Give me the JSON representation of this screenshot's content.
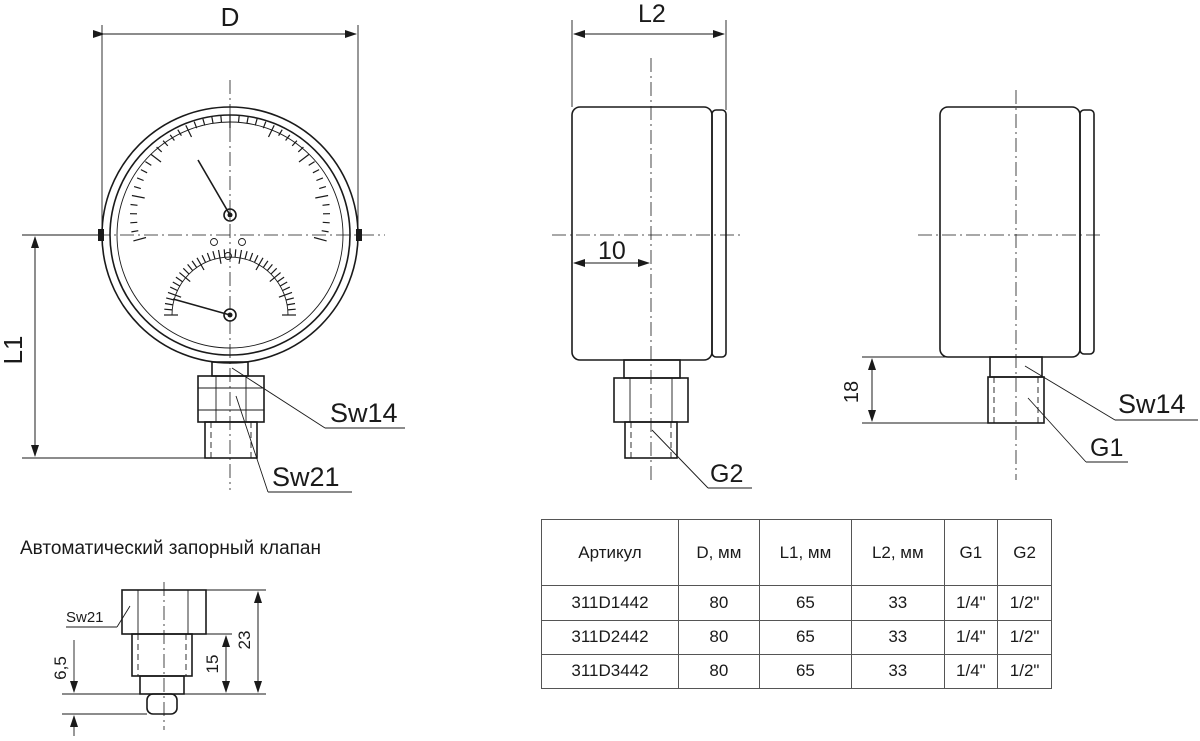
{
  "dimensions": {
    "D": "D",
    "L1": "L1",
    "L2": "L2",
    "ten": "10",
    "eighteen": "18",
    "sw14": "Sw14",
    "sw21": "Sw21",
    "g1": "G1",
    "g2": "G2"
  },
  "valve": {
    "title": "Автоматический запорный клапан",
    "sw21": "Sw21",
    "dim_23": "23",
    "dim_15": "15",
    "dim_6_5": "6,5"
  },
  "table": {
    "headers": [
      "Артикул",
      "D, мм",
      "L1, мм",
      "L2, мм",
      "G1",
      "G2"
    ],
    "rows": [
      [
        "311D1442",
        "80",
        "65",
        "33",
        "1/4\"",
        "1/2\""
      ],
      [
        "311D2442",
        "80",
        "65",
        "33",
        "1/4\"",
        "1/2\""
      ],
      [
        "311D3442",
        "80",
        "65",
        "33",
        "1/4\"",
        "1/2\""
      ]
    ]
  }
}
